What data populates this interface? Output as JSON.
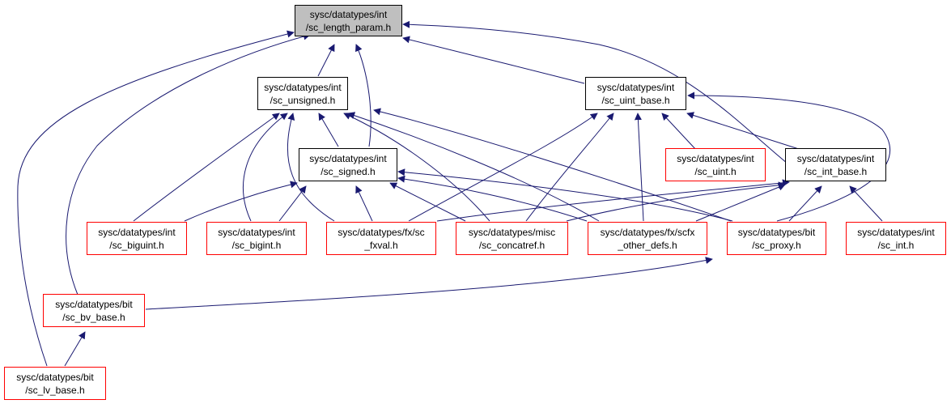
{
  "colors": {
    "edge": "#191970",
    "red_border": "#ff0000",
    "root_fill": "#bfbfbf"
  },
  "nodes": {
    "root": {
      "line1": "sysc/datatypes/int",
      "line2": "/sc_length_param.h"
    },
    "unsigned": {
      "line1": "sysc/datatypes/int",
      "line2": "/sc_unsigned.h"
    },
    "uint_base": {
      "line1": "sysc/datatypes/int",
      "line2": "/sc_uint_base.h"
    },
    "signed": {
      "line1": "sysc/datatypes/int",
      "line2": "/sc_signed.h"
    },
    "sc_uint": {
      "line1": "sysc/datatypes/int",
      "line2": "/sc_uint.h"
    },
    "int_base": {
      "line1": "sysc/datatypes/int",
      "line2": "/sc_int_base.h"
    },
    "biguint": {
      "line1": "sysc/datatypes/int",
      "line2": "/sc_biguint.h"
    },
    "bigint": {
      "line1": "sysc/datatypes/int",
      "line2": "/sc_bigint.h"
    },
    "fxval": {
      "line1": "sysc/datatypes/fx/sc",
      "line2": "_fxval.h"
    },
    "concatref": {
      "line1": "sysc/datatypes/misc",
      "line2": "/sc_concatref.h"
    },
    "scfx_other": {
      "line1": "sysc/datatypes/fx/scfx",
      "line2": "_other_defs.h"
    },
    "proxy": {
      "line1": "sysc/datatypes/bit",
      "line2": "/sc_proxy.h"
    },
    "sc_int": {
      "line1": "sysc/datatypes/int",
      "line2": "/sc_int.h"
    },
    "bv_base": {
      "line1": "sysc/datatypes/bit",
      "line2": "/sc_bv_base.h"
    },
    "lv_base": {
      "line1": "sysc/datatypes/bit",
      "line2": "/sc_lv_base.h"
    }
  }
}
